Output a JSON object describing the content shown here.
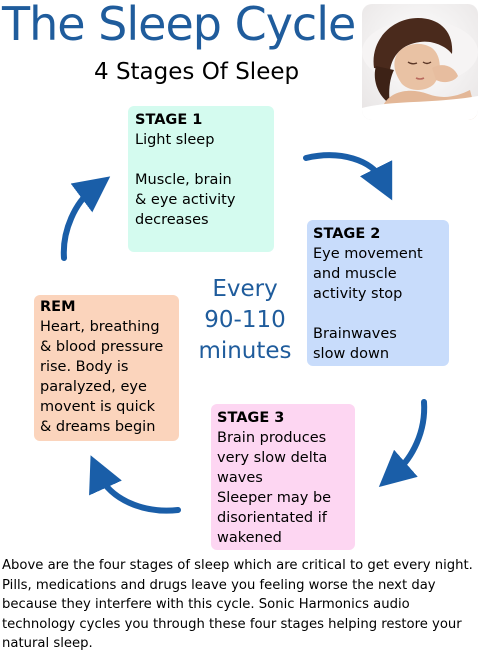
{
  "header": {
    "title": "The Sleep Cycle",
    "subtitle": "4 Stages Of Sleep"
  },
  "center_text": "Every\n90-110\nminutes",
  "stages": {
    "stage1": {
      "heading": "STAGE 1",
      "text": "Light sleep\n\nMuscle, brain\n& eye activity\ndecreases"
    },
    "stage2": {
      "heading": "STAGE 2",
      "text": "Eye movement\nand muscle\nactivity stop\n\nBrainwaves\nslow down"
    },
    "stage3": {
      "heading": "STAGE 3",
      "text": "Brain produces\nvery slow delta\nwaves\nSleeper may be\ndisorientated if\nwakened"
    },
    "rem": {
      "heading": "REM",
      "text": "Heart, breathing\n& blood pressure\nrise. Body is\nparalyzed, eye\nmovent is quick\n& dreams begin"
    }
  },
  "colors": {
    "title_blue": "#1f5c9c",
    "arrow_blue": "#1a5ea8",
    "stage1_bg": "#d4fbef",
    "stage2_bg": "#c8dcfb",
    "stage3_bg": "#fdd6f2",
    "rem_bg": "#fbd4bc"
  },
  "footer_paragraph": "Above are the four stages of sleep which are critical to get every night. Pills, medications and drugs leave you feeling worse the next day because they interfere with this cycle. Sonic Harmonics audio technology cycles you through these four stages helping restore your natural sleep."
}
